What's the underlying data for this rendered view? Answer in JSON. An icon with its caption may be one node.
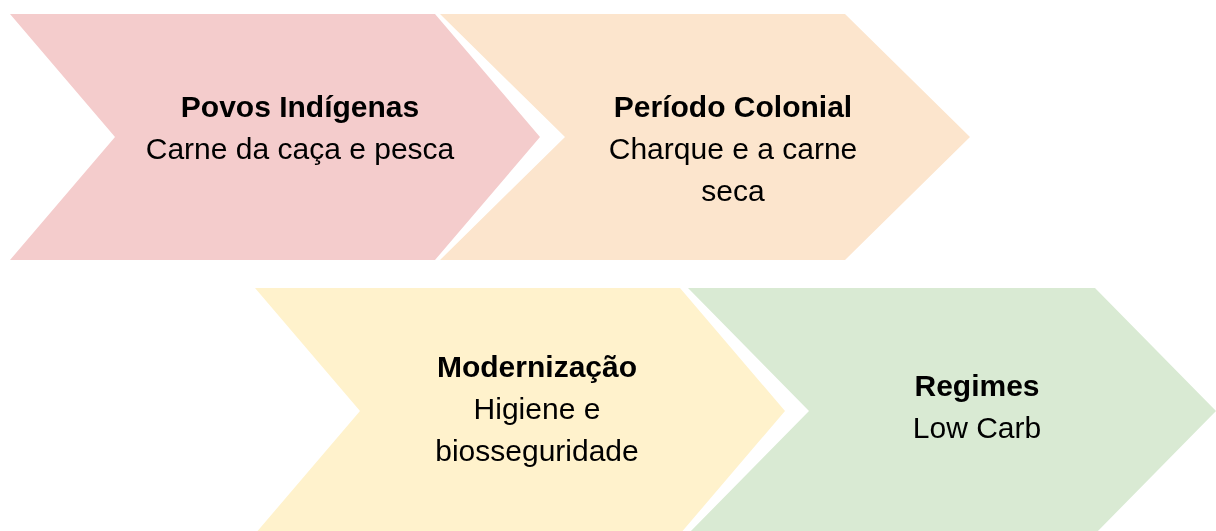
{
  "diagram": {
    "nodes": [
      {
        "text": [
          "Povos Indígenas",
          "Carne da caça e pesca"
        ]
      },
      {
        "text": [
          "Período Colonial",
          "Charque e a carne seca"
        ]
      },
      {
        "text": [
          "Modernização",
          "Higiene e biosseguridade"
        ]
      },
      {
        "text": [
          "Regimes",
          "Low Carb"
        ]
      }
    ]
  }
}
